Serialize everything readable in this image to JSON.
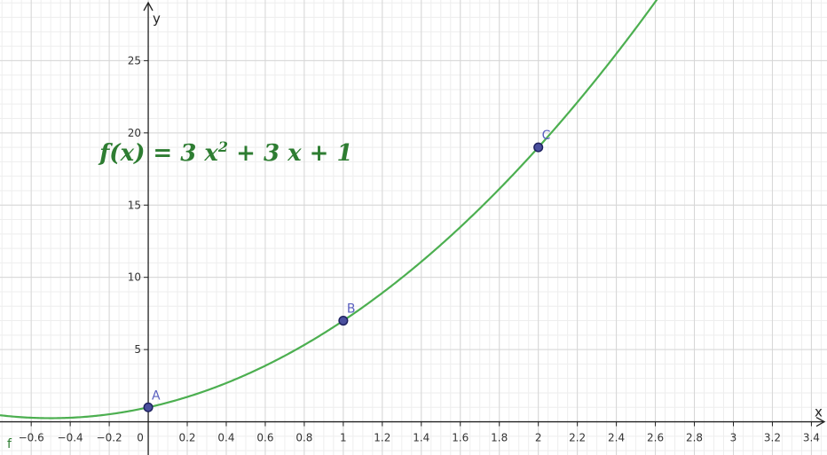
{
  "chart_data": {
    "type": "line",
    "title": "",
    "xlabel": "x",
    "ylabel": "y",
    "xlim": [
      -0.76,
      3.48
    ],
    "ylim": [
      -2.3,
      29.2
    ],
    "grid": true,
    "x_ticks": [
      -0.6,
      -0.4,
      -0.2,
      0,
      0.2,
      0.4,
      0.6,
      0.8,
      1,
      1.2,
      1.4,
      1.6,
      1.8,
      2,
      2.2,
      2.4,
      2.6,
      2.8,
      3,
      3.2,
      3.4
    ],
    "x_tick_labels": [
      "−0.6",
      "−0.4",
      "−0.2",
      "0",
      "0.2",
      "0.4",
      "0.6",
      "0.8",
      "1",
      "1.2",
      "1.4",
      "1.6",
      "1.8",
      "2",
      "2.2",
      "2.4",
      "2.6",
      "2.8",
      "3",
      "3.2",
      "3.4"
    ],
    "y_ticks": [
      5,
      10,
      15,
      20,
      25
    ],
    "y_tick_labels": [
      "5",
      "10",
      "15",
      "20",
      "25"
    ],
    "function": {
      "name": "f",
      "coefficients": [
        3,
        3,
        1
      ],
      "formula_parts": [
        "f(x) = 3 x",
        "2",
        " + 3 x + 1"
      ],
      "color": "#4caf50"
    },
    "points": [
      {
        "name": "A",
        "x": 0,
        "y": 1
      },
      {
        "name": "B",
        "x": 1,
        "y": 7
      },
      {
        "name": "C",
        "x": 2,
        "y": 19
      }
    ],
    "colors": {
      "curve": "#4caf50",
      "point_fill": "#4a4f9e",
      "point_stroke": "#1f2260",
      "point_label": "#5a5fbf",
      "formula": "#2e7d32",
      "axis": "#222222",
      "grid_major": "#d6d6d6",
      "grid_minor": "#eeeeee"
    }
  }
}
